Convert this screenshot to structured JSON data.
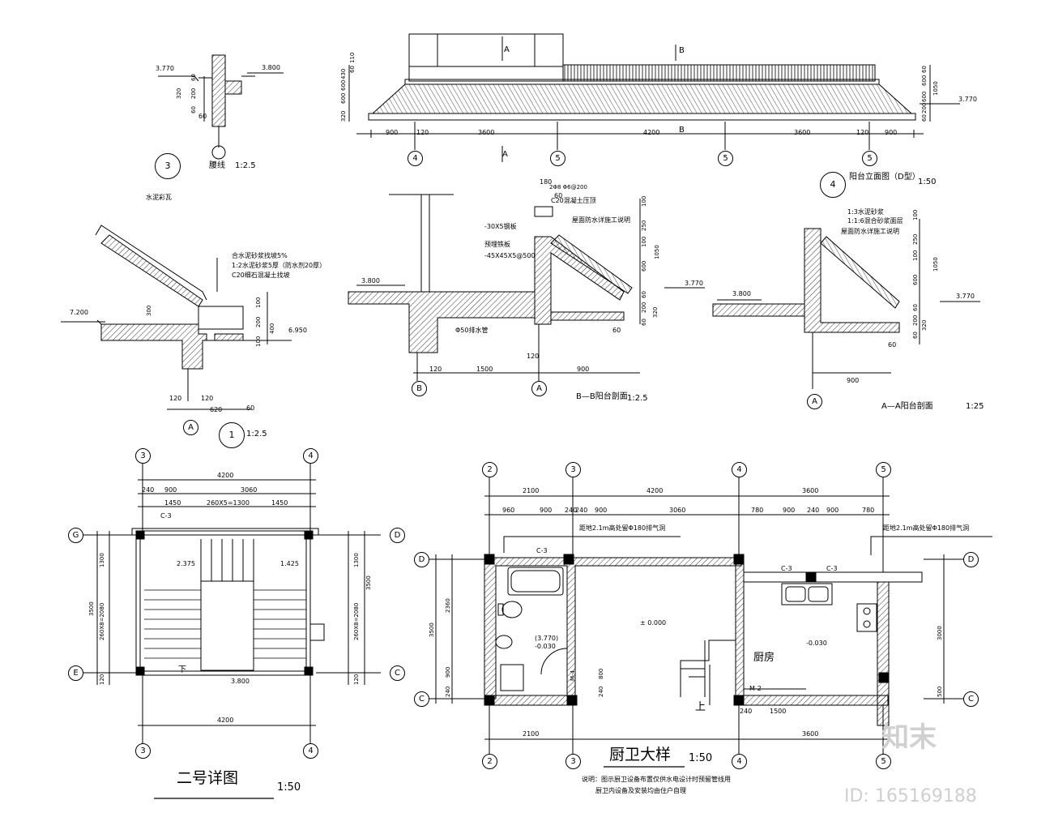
{
  "cornice": {
    "number": "3",
    "title": "腰线",
    "scale": "1:2.5",
    "elev_left": "3.770",
    "elev_right": "3.800",
    "dims": [
      "60",
      "320",
      "200",
      "60",
      "60"
    ]
  },
  "elevation": {
    "axis_mark_a": "A",
    "axis_mark_b": "B",
    "dims_bottom": [
      "900",
      "120",
      "3600",
      "4200",
      "3600",
      "120",
      "900"
    ],
    "left_stack": [
      "320",
      "600",
      "600",
      "430",
      "60",
      "110"
    ],
    "right_stack": [
      "60",
      "200",
      "600",
      "600",
      "60"
    ],
    "right_total": "1050",
    "elev": "3.770",
    "axes": [
      "4",
      "5",
      "5",
      "5"
    ],
    "number": "4",
    "title": "阳台立面图（D型）",
    "scale": "1:50"
  },
  "section_eave": {
    "number": "1",
    "scale": "1:2.5",
    "axis": "A",
    "callout_top": "水泥彩瓦",
    "notes": [
      "合水泥砂浆找坡5%",
      "1:2水泥砂浆5厚（防水剂20厚）",
      "C20细石混凝土找坡"
    ],
    "elev_left": "7.200",
    "elev_right": "6.950",
    "dims": [
      "300",
      "100",
      "200",
      "100",
      "400",
      "120",
      "120",
      "620",
      "60"
    ]
  },
  "section_bb": {
    "title": "B—B阳台剖面",
    "scale": "1:2.5",
    "axes": [
      "B",
      "A"
    ],
    "elev_left": "3.800",
    "elev_right": "3.770",
    "notes": [
      "2Φ8 Φ6@200",
      "C20混凝土压顶",
      "屋面防水详施工说明",
      "-30X5钢板",
      "预埋铁板",
      "-45X45X5@500",
      "Φ50排水管"
    ],
    "dims": [
      "180",
      "60",
      "100",
      "250",
      "100",
      "1050",
      "600",
      "60",
      "200",
      "60",
      "320",
      "60",
      "120",
      "1500",
      "900",
      "120"
    ]
  },
  "section_aa": {
    "title": "A—A阳台剖面",
    "scale": "1:25",
    "axis": "A",
    "elev_left": "3.800",
    "elev_right": "3.770",
    "notes": [
      "1:3水泥砂浆",
      "1:1:6混合砂浆面层",
      "屋面防水详施工说明"
    ],
    "dims": [
      "100",
      "250",
      "100",
      "1050",
      "600",
      "60",
      "200",
      "60",
      "320",
      "60",
      "900"
    ]
  },
  "stair_detail": {
    "title": "二号详图",
    "scale": "1:50",
    "axes_top": [
      "3",
      "4"
    ],
    "axes_bottom": [
      "3",
      "4"
    ],
    "axes_left": [
      "G",
      "E"
    ],
    "axes_right": [
      "D",
      "C"
    ],
    "dim_top": "4200",
    "dims_row2": [
      "240",
      "900",
      "3060"
    ],
    "dims_row3": [
      "1450",
      "260X5=1300",
      "1450"
    ],
    "dim_bottom": "4200",
    "dims_left": [
      "1300",
      "260X8=2080",
      "120"
    ],
    "dim_left_total": "3500",
    "dims_right": [
      "1300",
      "260X8=2080",
      "120"
    ],
    "dim_right_total": "3500",
    "window": "C-3",
    "elev_left": "2.375",
    "elev_right": "1.425",
    "elev_landing": "3.800",
    "down": "下"
  },
  "kitchen_bath": {
    "title": "厨卫大样",
    "scale": "1:50",
    "axes_top": [
      "2",
      "3",
      "4",
      "5"
    ],
    "axes_bottom": [
      "2",
      "3",
      "4",
      "5"
    ],
    "axes_left": [
      "D",
      "C"
    ],
    "axes_right": [
      "D",
      "C"
    ],
    "dims_top": [
      "2100",
      "4200",
      "3600"
    ],
    "dims_row2": [
      "960",
      "900",
      "240",
      "240",
      "900",
      "3060",
      "780",
      "900",
      "240",
      "900",
      "780"
    ],
    "dims_bottom": [
      "2100",
      "3600"
    ],
    "dims_left": [
      "2360",
      "900",
      "240"
    ],
    "dim_left_total": "3500",
    "dims_right": [
      "3000",
      "500"
    ],
    "vent_note_left": "距地2.1m高处留Φ180排气洞",
    "vent_note_right": "距地2.1m高处留Φ180排气洞",
    "windows": [
      "C-3",
      "C-3",
      "C-3"
    ],
    "doors": [
      "M-4",
      "M-2"
    ],
    "door_dims": [
      "800",
      "240",
      "240",
      "1500"
    ],
    "elev_bath": "(3.770)",
    "elev_bath2": "-0.030",
    "elev_hall": "± 0.000",
    "elev_kitchen": "-0.030",
    "room_kitchen": "厨房",
    "up": "上",
    "note_line1": "说明：图示厨卫设备布置仅供水电设计时预留管线用",
    "note_line2": "厨卫内设备及安装均由住户自理"
  },
  "watermark": {
    "logo": "知末",
    "id": "ID: 165169188"
  }
}
